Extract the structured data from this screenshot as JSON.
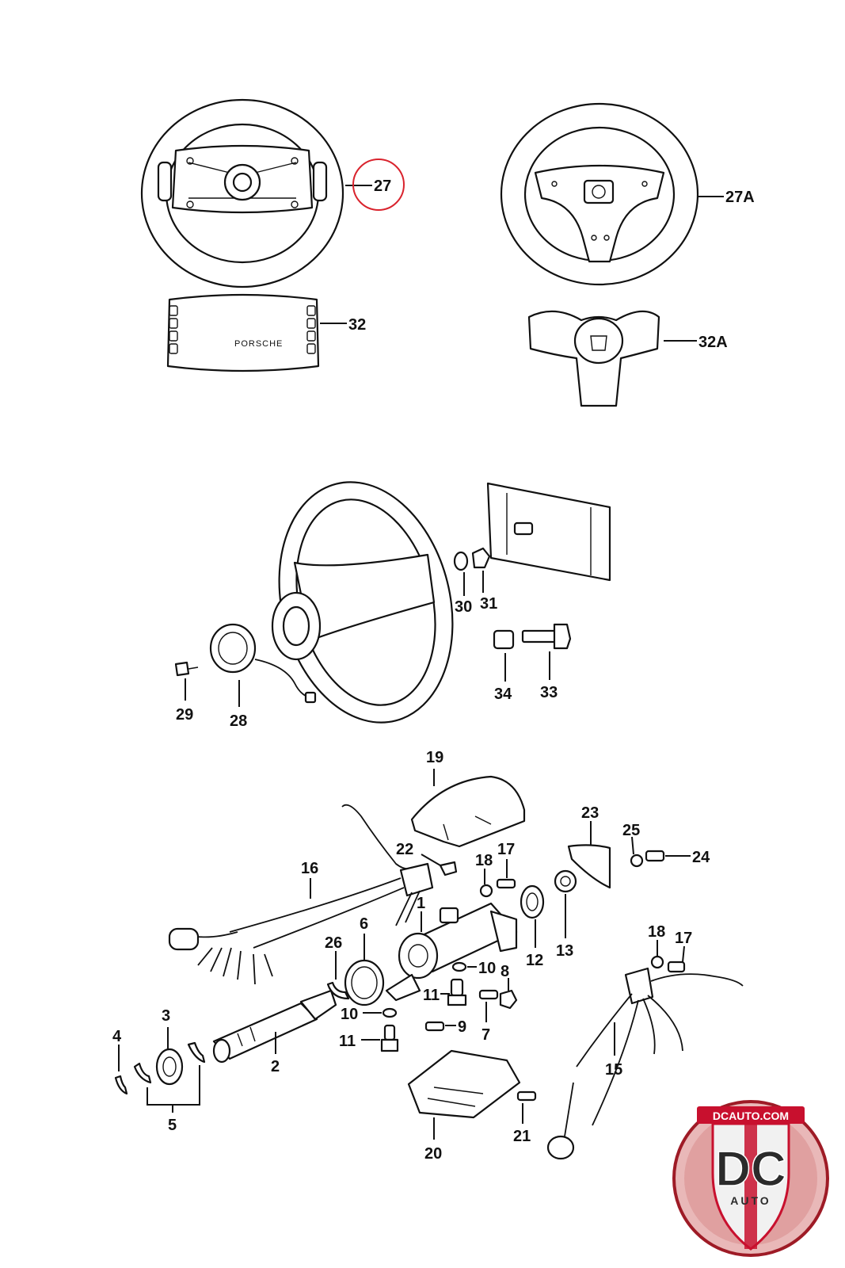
{
  "highlight_color": "#d9232d",
  "callouts": {
    "c27": "27",
    "c27A": "27A",
    "c32": "32",
    "c32A": "32A",
    "c30": "30",
    "c31": "31",
    "c34": "34",
    "c33": "33",
    "c29": "29",
    "c28": "28",
    "c19": "19",
    "c22": "22",
    "c18a": "18",
    "c17a": "17",
    "c23": "23",
    "c25": "25",
    "c24": "24",
    "c16": "16",
    "c1": "1",
    "c26": "26",
    "c6": "6",
    "c12": "12",
    "c13": "13",
    "c10a": "10",
    "c8": "8",
    "c11a": "11",
    "c7": "7",
    "c10b": "10",
    "c11b": "11",
    "c9": "9",
    "c3": "3",
    "c4": "4",
    "c2": "2",
    "c5": "5",
    "c18b": "18",
    "c17b": "17",
    "c15": "15",
    "c20": "20",
    "c21": "21"
  },
  "emblem_text": "PORSCHE",
  "logo": {
    "site": "DCAUTO.COM",
    "big": "DC",
    "small": "AUTO",
    "red": "#c8102e",
    "dark": "#2b2b2b"
  }
}
